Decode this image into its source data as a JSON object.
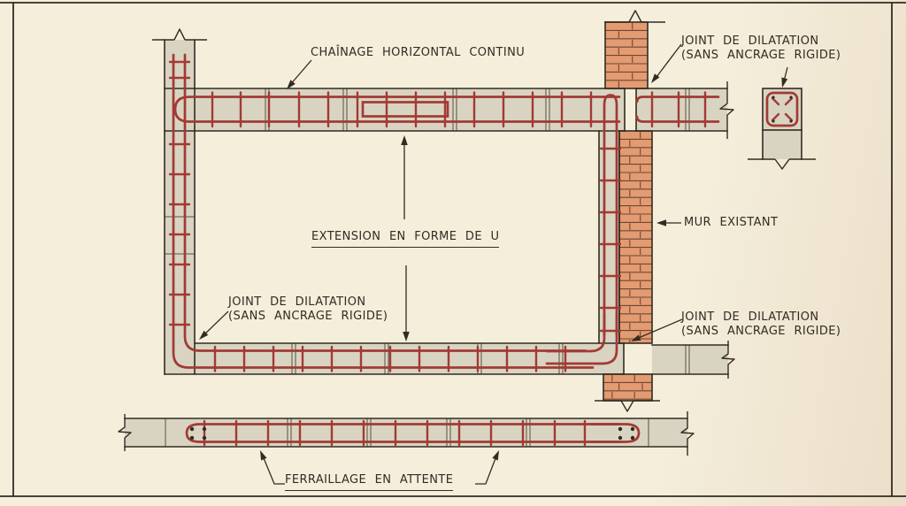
{
  "drawing": {
    "labels": {
      "chainage": "CHAÎNAGE HORIZONTAL CONTINU",
      "joint_top_right": {
        "line1": "JOINT DE DILATATION",
        "line2": "(SANS ANCRAGE RIGIDE)"
      },
      "extension": "EXTENSION EN FORME DE U",
      "mur_existant": "MUR EXISTANT",
      "joint_left": {
        "line1": "JOINT DE DILATATION",
        "line2": "(SANS ANCRAGE RIGIDE)"
      },
      "joint_bottom_right": {
        "line1": "JOINT DE DILATATION",
        "line2": "(SANS ANCRAGE RIGIDE)"
      },
      "ferraillage": "FERRAILLAGE EN ATTENTE"
    },
    "colors": {
      "paper": "#f4eedb",
      "paper_edge": "#ecdfc9",
      "ink": "#322b22",
      "rebar": "#a23a34",
      "concrete": "#d9d4c2",
      "brick": "#e49b72",
      "brick_line": "#6b4733",
      "joint_line": "#57503f"
    }
  }
}
